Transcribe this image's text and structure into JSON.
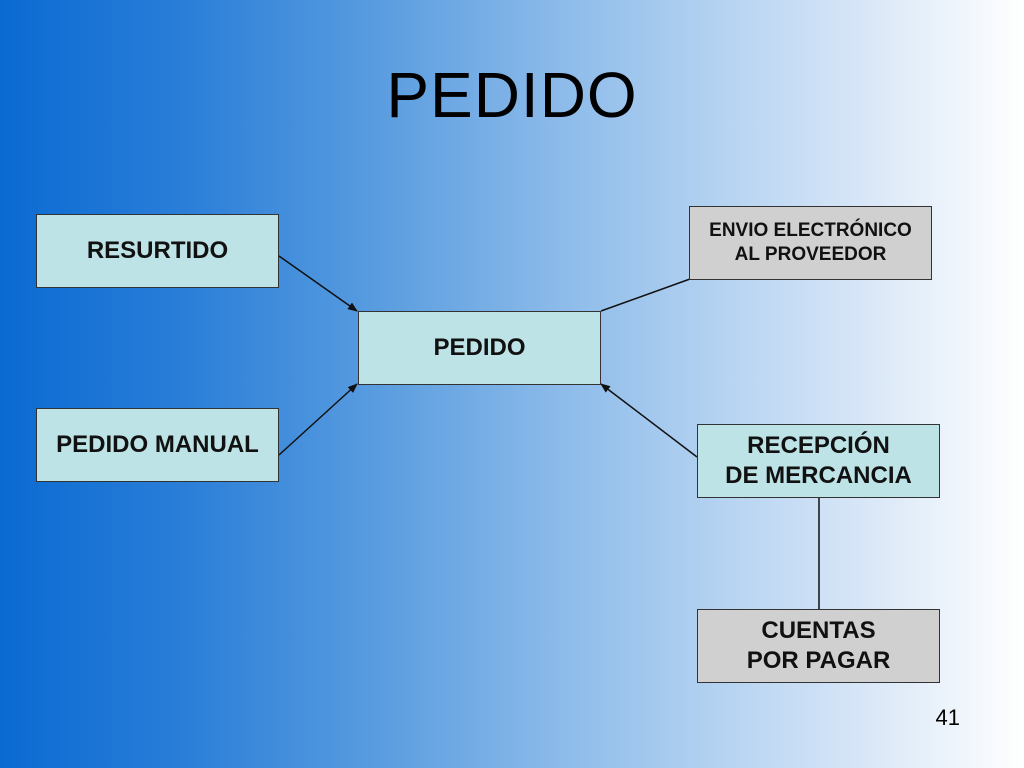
{
  "title": "PEDIDO",
  "nodes": {
    "resurtido": "RESURTIDO",
    "pedido_manual": "PEDIDO MANUAL",
    "pedido": "PEDIDO",
    "envio": "ENVIO ELECTRÓNICO\nAL PROVEEDOR",
    "recepcion": "RECEPCIÓN\nDE MERCANCIA",
    "cuentas": "CUENTAS\nPOR PAGAR"
  },
  "page_number": "41",
  "colors": {
    "box_teal": "#bde3e6",
    "box_gray": "#d0d0d0",
    "gradient_left": "#0a6ad2",
    "gradient_right": "#ffffff"
  }
}
